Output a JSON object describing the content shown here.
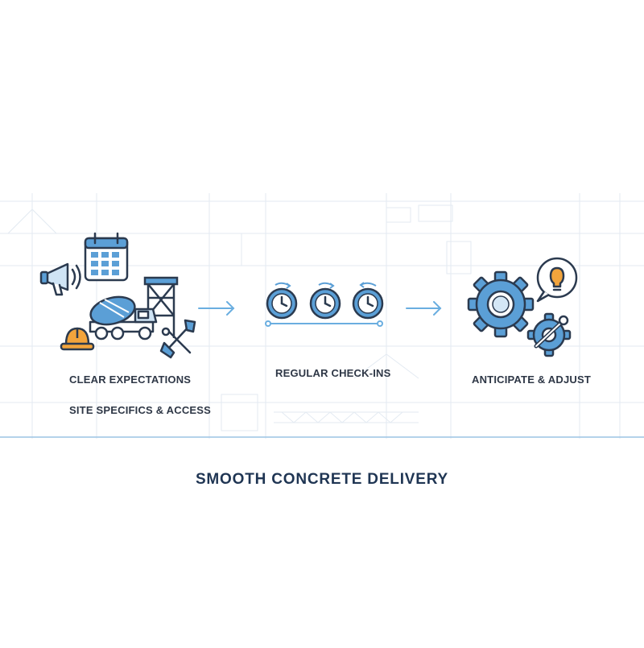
{
  "steps": [
    {
      "labels": [
        "CLEAR EXPECTATIONS",
        "SITE SPECIFICS & ACCESS"
      ]
    },
    {
      "labels": [
        "REGULAR CHECK-INS"
      ]
    },
    {
      "labels": [
        "ANTICIPATE & ADJUST"
      ]
    }
  ],
  "title": "SMOOTH CONCRETE DELIVERY",
  "colors": {
    "navy": "#1f3553",
    "outline": "#2b3a4f",
    "blue": "#5b9fd6",
    "light_blue": "#d4e7f6",
    "orange": "#f2a43c",
    "arrow": "#6aaee0",
    "grid": "#e6edf4"
  }
}
